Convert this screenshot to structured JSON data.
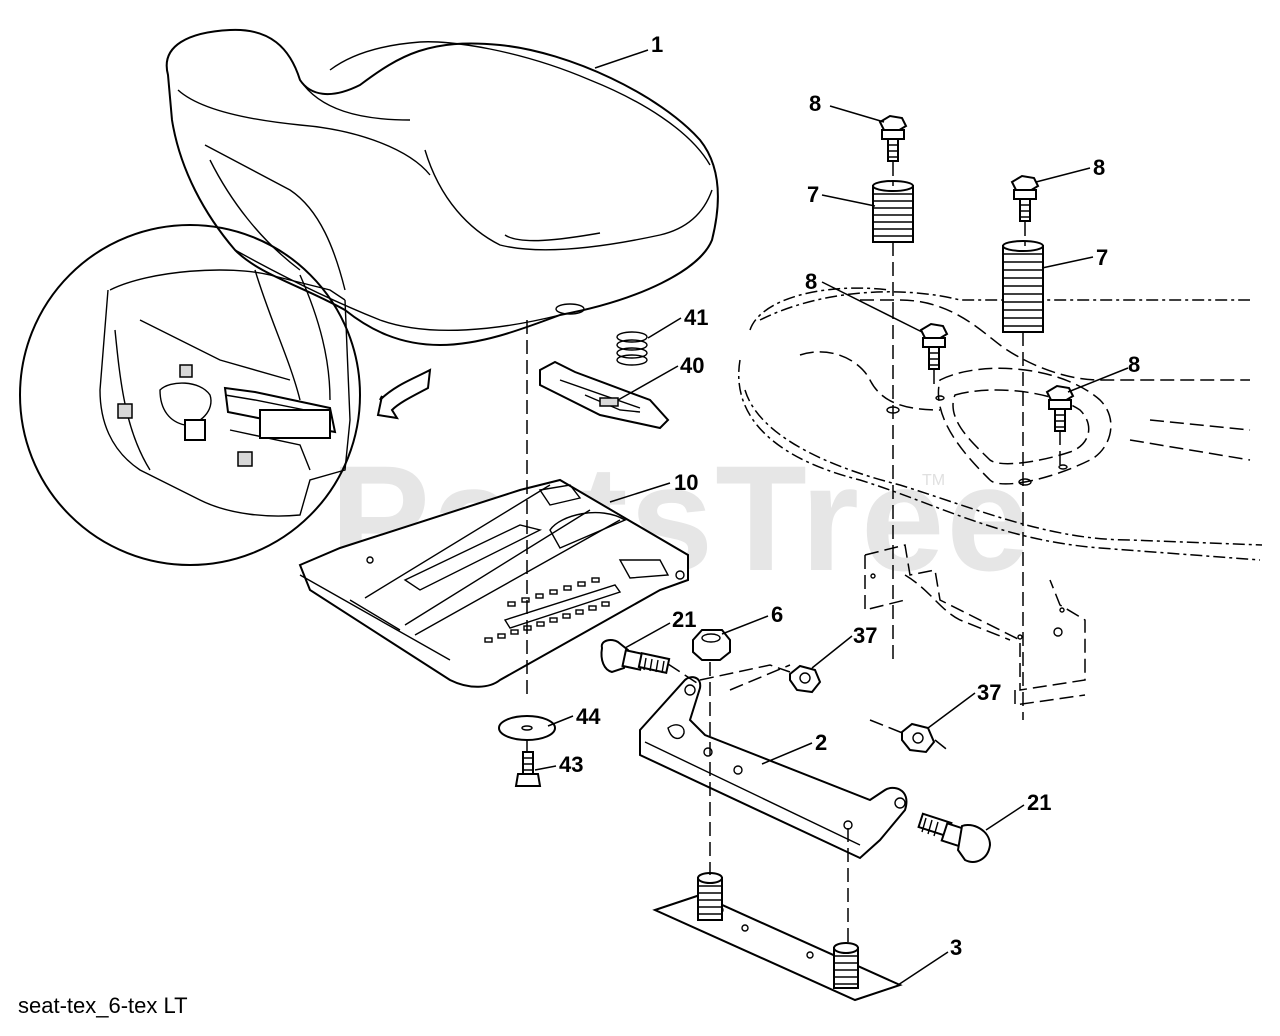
{
  "watermark": {
    "text": "PartsTree",
    "trademark": "TM"
  },
  "caption": "seat-tex_6-tex LT",
  "callouts": [
    {
      "id": "c-1",
      "label": "1"
    },
    {
      "id": "c-8a",
      "label": "8"
    },
    {
      "id": "c-7a",
      "label": "7"
    },
    {
      "id": "c-8b",
      "label": "8"
    },
    {
      "id": "c-7b",
      "label": "7"
    },
    {
      "id": "c-8c",
      "label": "8"
    },
    {
      "id": "c-8d",
      "label": "8"
    },
    {
      "id": "c-41",
      "label": "41"
    },
    {
      "id": "c-40",
      "label": "40"
    },
    {
      "id": "c-10",
      "label": "10"
    },
    {
      "id": "c-21a",
      "label": "21"
    },
    {
      "id": "c-6",
      "label": "6"
    },
    {
      "id": "c-37a",
      "label": "37"
    },
    {
      "id": "c-37b",
      "label": "37"
    },
    {
      "id": "c-44",
      "label": "44"
    },
    {
      "id": "c-43",
      "label": "43"
    },
    {
      "id": "c-2",
      "label": "2"
    },
    {
      "id": "c-21b",
      "label": "21"
    },
    {
      "id": "c-3",
      "label": "3"
    }
  ]
}
